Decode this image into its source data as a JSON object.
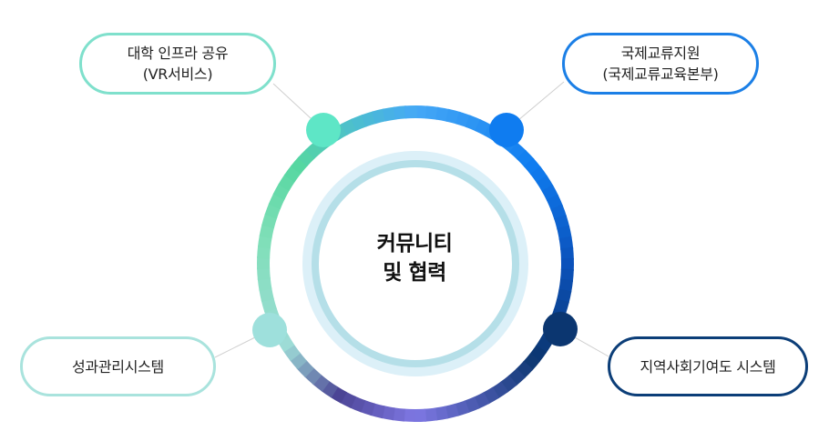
{
  "center": {
    "line1": "커뮤니티",
    "line2": "및 협력"
  },
  "nodes": {
    "vr": {
      "line1": "대학 인프라 공유",
      "line2": "(VR서비스)",
      "color": "#5ee6c6"
    },
    "intl": {
      "line1": "국제교류지원",
      "line2": "(국제교류교육본부)",
      "color": "#0f7cf0"
    },
    "perf": {
      "line1": "성과관리시스템",
      "color": "#9ee0dc"
    },
    "reg": {
      "line1": "지역사회기여도 시스템",
      "color": "#0b3670"
    }
  },
  "colors": {
    "ring_inner_light": "#dcf0f8",
    "ring_inner_mid": "#b5dfe8",
    "connector": "#cfcfcf"
  }
}
